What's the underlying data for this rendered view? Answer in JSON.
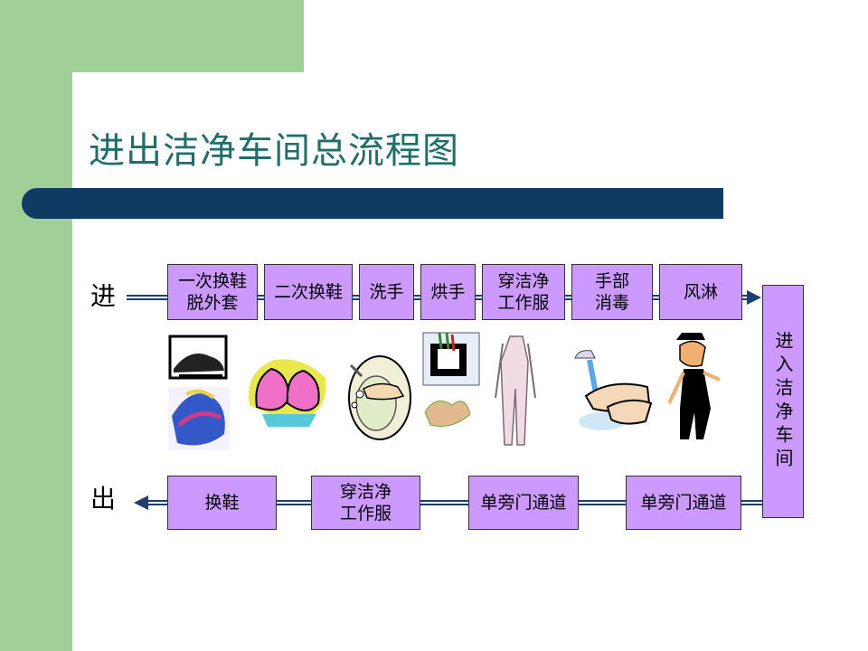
{
  "slide": {
    "title": "进出洁净车间总流程图",
    "label_in": "进",
    "label_out": "出"
  },
  "top_row": [
    {
      "id": "step1",
      "text": "一次换鞋\n脱外套"
    },
    {
      "id": "step2",
      "text": "二次换鞋"
    },
    {
      "id": "step3",
      "text": "洗手"
    },
    {
      "id": "step4",
      "text": "烘手"
    },
    {
      "id": "step5",
      "text": "穿洁净\n工作服"
    },
    {
      "id": "step6",
      "text": "手部\n消毒"
    },
    {
      "id": "step7",
      "text": "风淋"
    }
  ],
  "side_box": {
    "text": "进入洁净车间"
  },
  "bottom_row": [
    {
      "id": "exit1",
      "text": "单旁门通道"
    },
    {
      "id": "exit2",
      "text": "单旁门通道"
    },
    {
      "id": "exit3",
      "text": "穿洁净\n工作服"
    },
    {
      "id": "exit4",
      "text": "换鞋"
    }
  ],
  "colors": {
    "green": "#a0cf98",
    "title": "#1e6e6a",
    "bar": "#0f3a64",
    "box": "#cc99ff",
    "arrow": "#1d3f6e"
  },
  "icons": [
    "shoes-icon",
    "jacket-icon",
    "slippers-icon",
    "hand-washing-icon",
    "hand-dryer-icon",
    "clean-suit-icon",
    "hand-disinfection-icon",
    "air-shower-person-icon"
  ]
}
